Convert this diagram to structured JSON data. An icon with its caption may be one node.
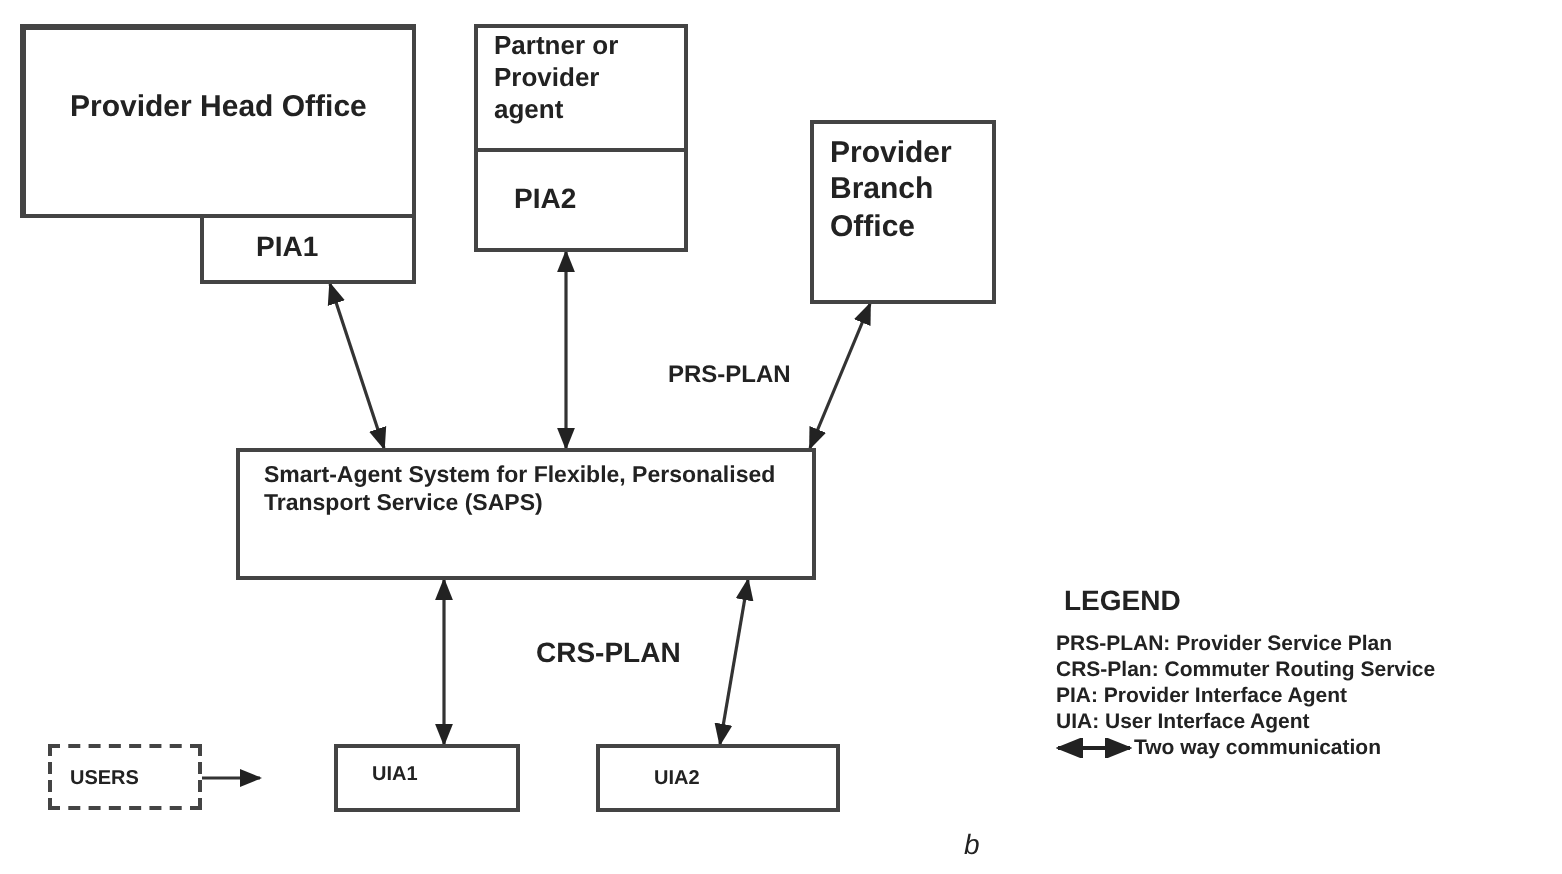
{
  "diagram": {
    "nodes": [
      {
        "text": [
          "Provider Head Office"
        ]
      },
      {
        "text": [
          "PIA1"
        ]
      },
      {
        "text": [
          "Partner or Provider agent"
        ]
      },
      {
        "text": [
          "PIA2"
        ]
      },
      {
        "text": [
          "Provider Branch Office"
        ]
      },
      {
        "text": [
          "Smart-Agent System for Flexible, Personalised Transport Service (SAPS)"
        ]
      },
      {
        "text": [
          "USERS"
        ]
      },
      {
        "text": [
          "UIA1"
        ]
      },
      {
        "text": [
          "UIA2"
        ]
      }
    ],
    "edges": [
      {
        "from": 1,
        "to": 5,
        "arrow": "both"
      },
      {
        "from": 3,
        "to": 5,
        "arrow": "both"
      },
      {
        "from": 4,
        "to": 5,
        "arrow": "both",
        "label": "PRS-PLAN"
      },
      {
        "from": 5,
        "to": 7,
        "arrow": "both"
      },
      {
        "from": 5,
        "to": 8,
        "arrow": "both",
        "label": "CRS-PLAN"
      },
      {
        "from": 6,
        "to": null,
        "arrow": "to"
      }
    ],
    "labels": [
      "LEGEND",
      "b"
    ],
    "legend": [
      {
        "text": "PRS-PLAN: Provider Service Plan"
      },
      {
        "text": "CRS-Plan: Commuter Routing Service"
      },
      {
        "text": "PIA: Provider Interface Agent"
      },
      {
        "text": "UIA: User Interface Agent"
      },
      {
        "text": "Two way communication"
      }
    ]
  }
}
